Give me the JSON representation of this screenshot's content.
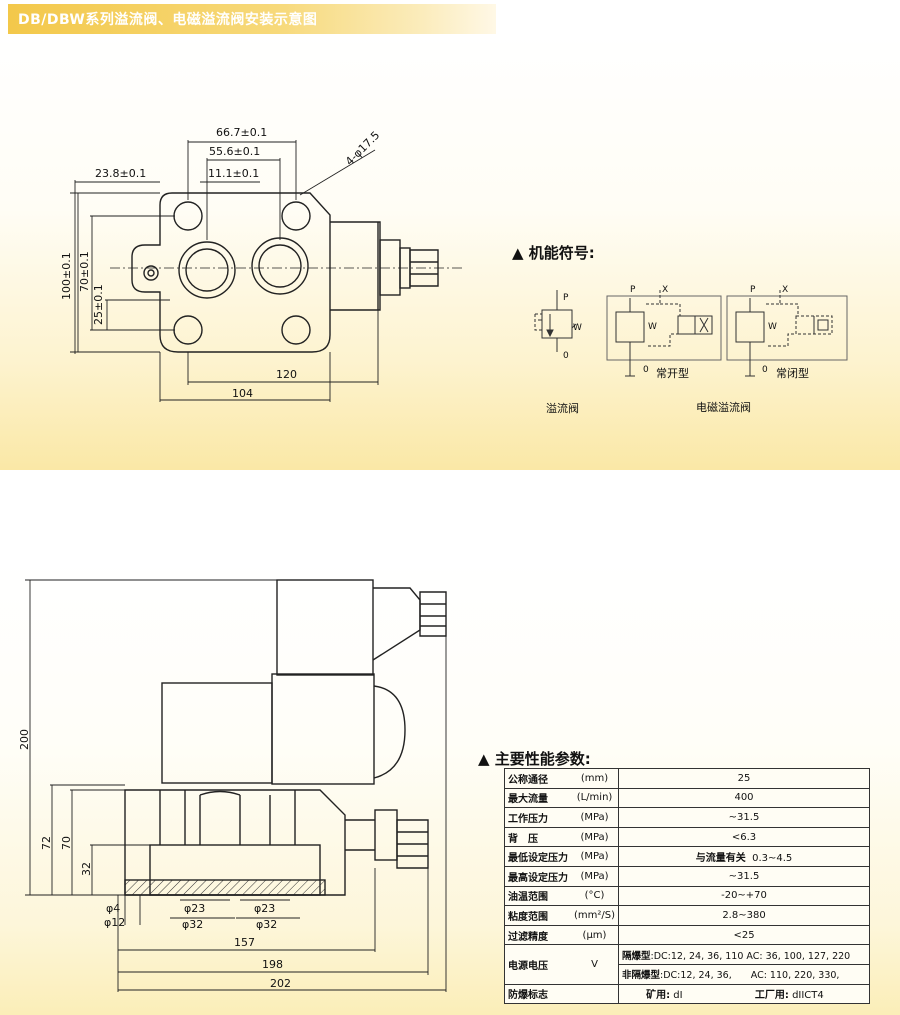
{
  "title": "DB/DBW系列溢流阀、电磁溢流阀安装示意图",
  "symbols_heading": "▲  机能符号:",
  "params_heading": "▲  主要性能参数:",
  "symbols": {
    "p": "P",
    "x": "X",
    "w": "W",
    "o": "0",
    "normally_open": "常开型",
    "normally_closed": "常闭型",
    "relief_valve": "溢流阀",
    "solenoid_relief_valve": "电磁溢流阀"
  },
  "dims_top": {
    "d1": "66.7±0.1",
    "d2": "55.6±0.1",
    "d3": "23.8±0.1",
    "d4": "11.1±0.1",
    "hole": "4-φ17.5",
    "v1": "100±0.1",
    "v2": "70±0.1",
    "v3": "25±0.1",
    "w120": "120",
    "w104": "104"
  },
  "dims_bottom": {
    "h200": "200",
    "h72": "72",
    "h70": "70",
    "h32": "32",
    "p23a": "φ23",
    "p23b": "φ23",
    "p32a": "φ32",
    "p32b": "φ32",
    "p4": "φ4",
    "p12": "φ12",
    "w157": "157",
    "w198": "198",
    "w202": "202"
  },
  "spec": [
    {
      "name": "公称通径",
      "unit": "(mm)",
      "value": "25"
    },
    {
      "name": "最大流量",
      "unit": "(L/min)",
      "value": "400"
    },
    {
      "name": "工作压力",
      "unit": "(MPa)",
      "value": "~31.5"
    },
    {
      "name": "背　压",
      "unit": "(MPa)",
      "value": "<6.3"
    },
    {
      "name": "最低设定压力",
      "unit": "(MPa)",
      "value_bold": "与流量有关",
      "value": "0.3~4.5"
    },
    {
      "name": "最高设定压力",
      "unit": "(MPa)",
      "value": "~31.5"
    },
    {
      "name": "油温范围",
      "unit": "(°C)",
      "value": "-20~+70"
    },
    {
      "name": "粘度范围",
      "unit": "(mm²/S)",
      "value": "2.8~380"
    },
    {
      "name": "过滤精度",
      "unit": "(μm)",
      "value": "<25"
    }
  ],
  "voltage": {
    "name": "电源电压",
    "unit": "V",
    "isolated_label": "隔爆型",
    "isolated_value": ":DC:12, 24, 36, 110 AC: 36, 100, 127, 220",
    "nonisolated_label": "非隔爆型",
    "nonisolated_value": ":DC:12, 24, 36,　　AC: 110, 220, 330,"
  },
  "explosion": {
    "name": "防爆标志",
    "mine_label": "矿用:",
    "mine_value": "dI",
    "factory_label": "工厂用:",
    "factory_value": "dIICT4"
  }
}
